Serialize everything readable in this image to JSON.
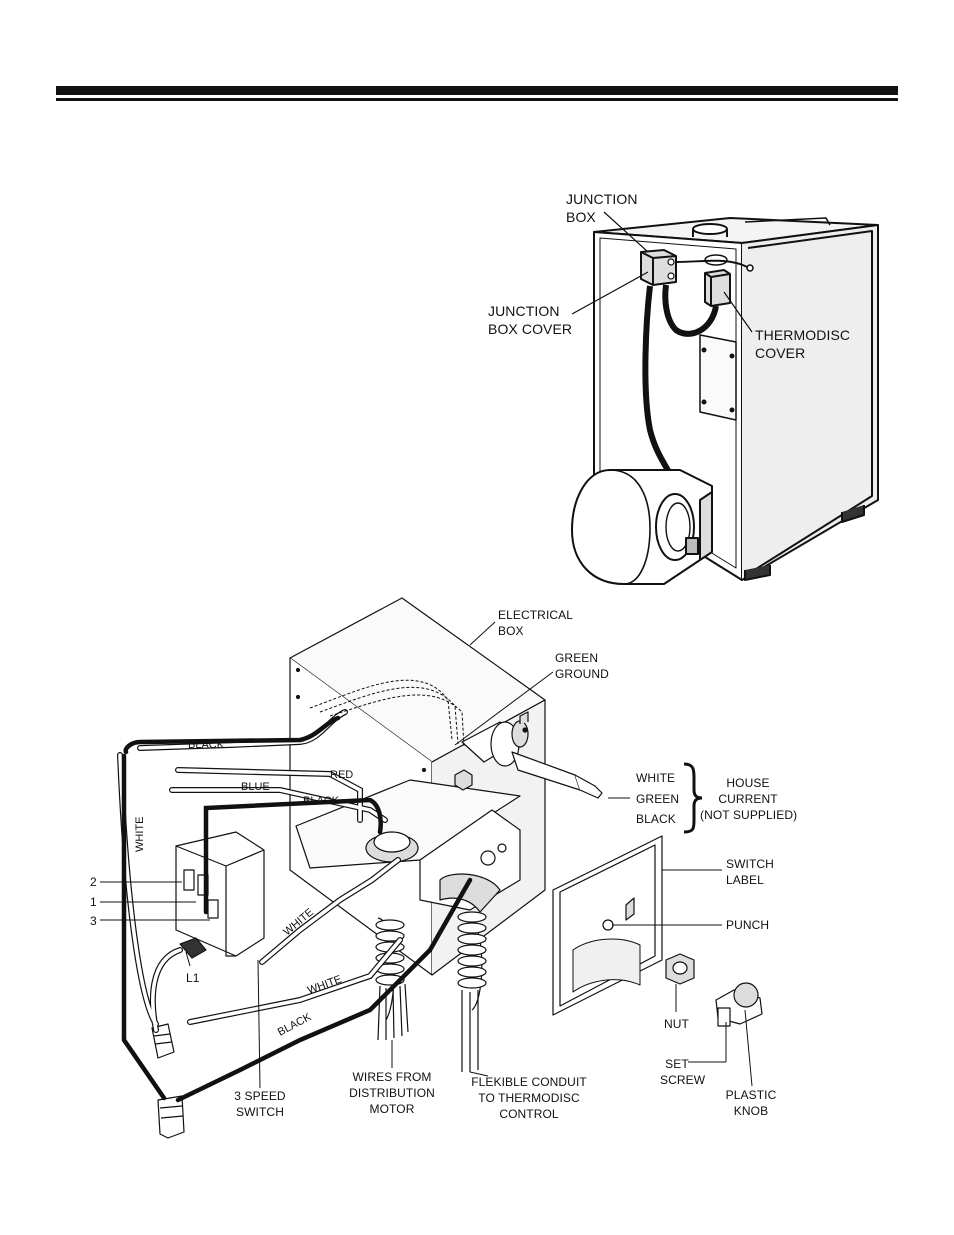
{
  "top_figure": {
    "labels": {
      "junction_box": "JUNCTION\nBOX",
      "junction_box_cover": "JUNCTION\nBOX COVER",
      "thermodisc_cover": "THERMODISC\nCOVER"
    }
  },
  "bottom_figure": {
    "labels": {
      "electrical_box": "ELECTRICAL\nBOX",
      "green_ground": "GREEN\nGROUND",
      "white": "WHITE",
      "green": "GREEN",
      "black": "BLACK",
      "house_current": "HOUSE\nCURRENT\n(NOT SUPPLIED)",
      "switch_label": "SWITCH\nLABEL",
      "punch": "PUNCH",
      "nut": "NUT",
      "set_screw": "SET\nSCREW",
      "plastic_knob": "PLASTIC\nKNOB",
      "flexible_conduit": "FLEKIBLE CONDUIT\nTO THERMODISC\nCONTROL",
      "wires_from_motor": "WIRES FROM\nDISTRIBUTION\nMOTOR",
      "three_speed_switch": "3 SPEED\nSWITCH",
      "terminal_2": "2",
      "terminal_1": "1",
      "terminal_3": "3",
      "l1": "L1"
    },
    "wire_labels": {
      "black_top": "BLACK",
      "white_left": "WHITE",
      "red": "RED",
      "blue": "BLUE",
      "black_inner": "BLACK",
      "white_diag": "WHITE",
      "white_lower": "WHITE",
      "black_lower": "BLACK"
    }
  }
}
